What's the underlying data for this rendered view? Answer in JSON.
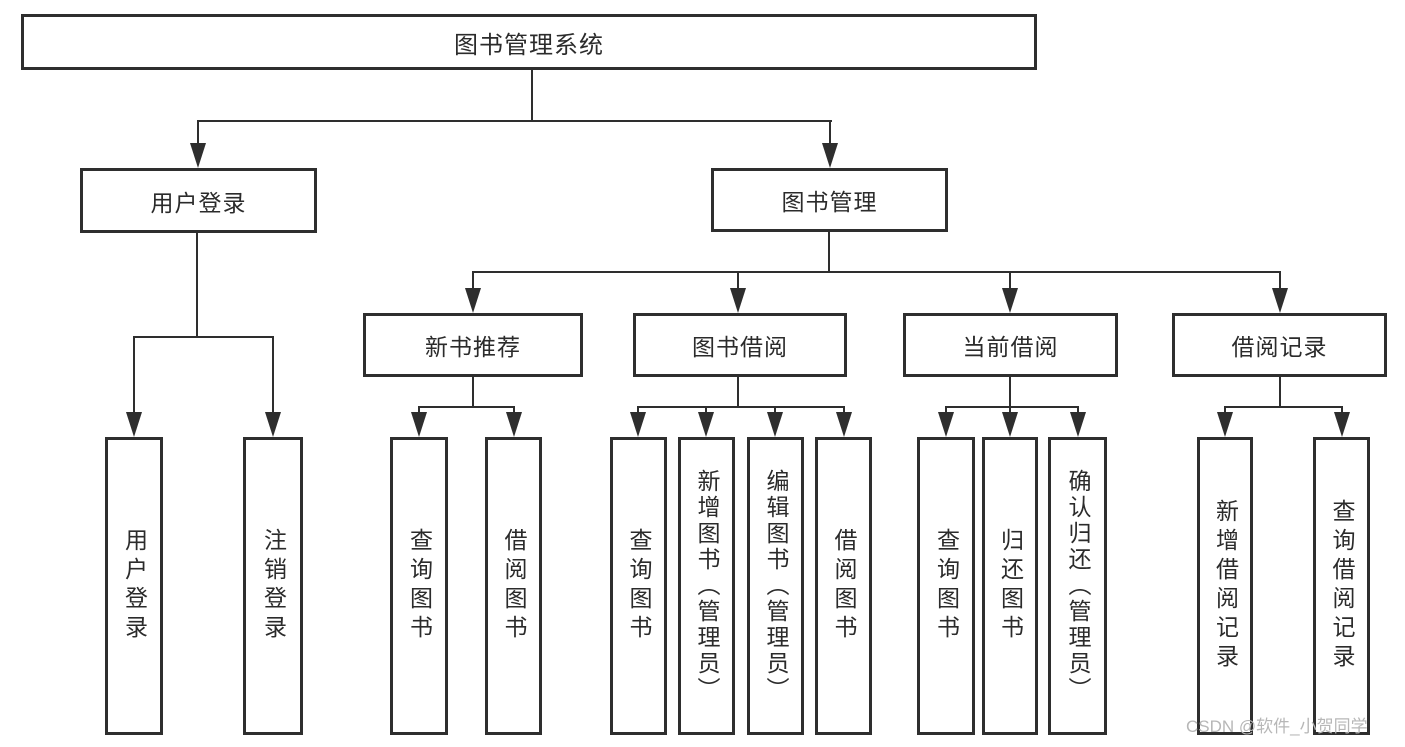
{
  "diagram_title": "图书管理系统",
  "tree": {
    "root": {
      "label": "图书管理系统"
    },
    "branches": [
      {
        "label": "用户登录",
        "children": [
          {
            "label": "用户登录"
          },
          {
            "label": "注销登录"
          }
        ]
      },
      {
        "label": "图书管理",
        "children": [
          {
            "label": "新书推荐",
            "children": [
              {
                "label": "查询图书"
              },
              {
                "label": "借阅图书"
              }
            ]
          },
          {
            "label": "图书借阅",
            "children": [
              {
                "label": "查询图书"
              },
              {
                "label": "新增图书（管理员）"
              },
              {
                "label": "编辑图书（管理员）"
              },
              {
                "label": "借阅图书"
              }
            ]
          },
          {
            "label": "当前借阅",
            "children": [
              {
                "label": "查询图书"
              },
              {
                "label": "归还图书"
              },
              {
                "label": "确认归还（管理员）"
              }
            ]
          },
          {
            "label": "借阅记录",
            "children": [
              {
                "label": "新增借阅记录"
              },
              {
                "label": "查询借阅记录"
              }
            ]
          }
        ]
      }
    ]
  },
  "watermark": "CSDN @软件_小贺同学",
  "colors": {
    "line": "#2e2e2e",
    "box_border": "#2e2e2e",
    "text": "#2b2b2b",
    "background": "#ffffff",
    "watermark": "#b7b7b7"
  }
}
